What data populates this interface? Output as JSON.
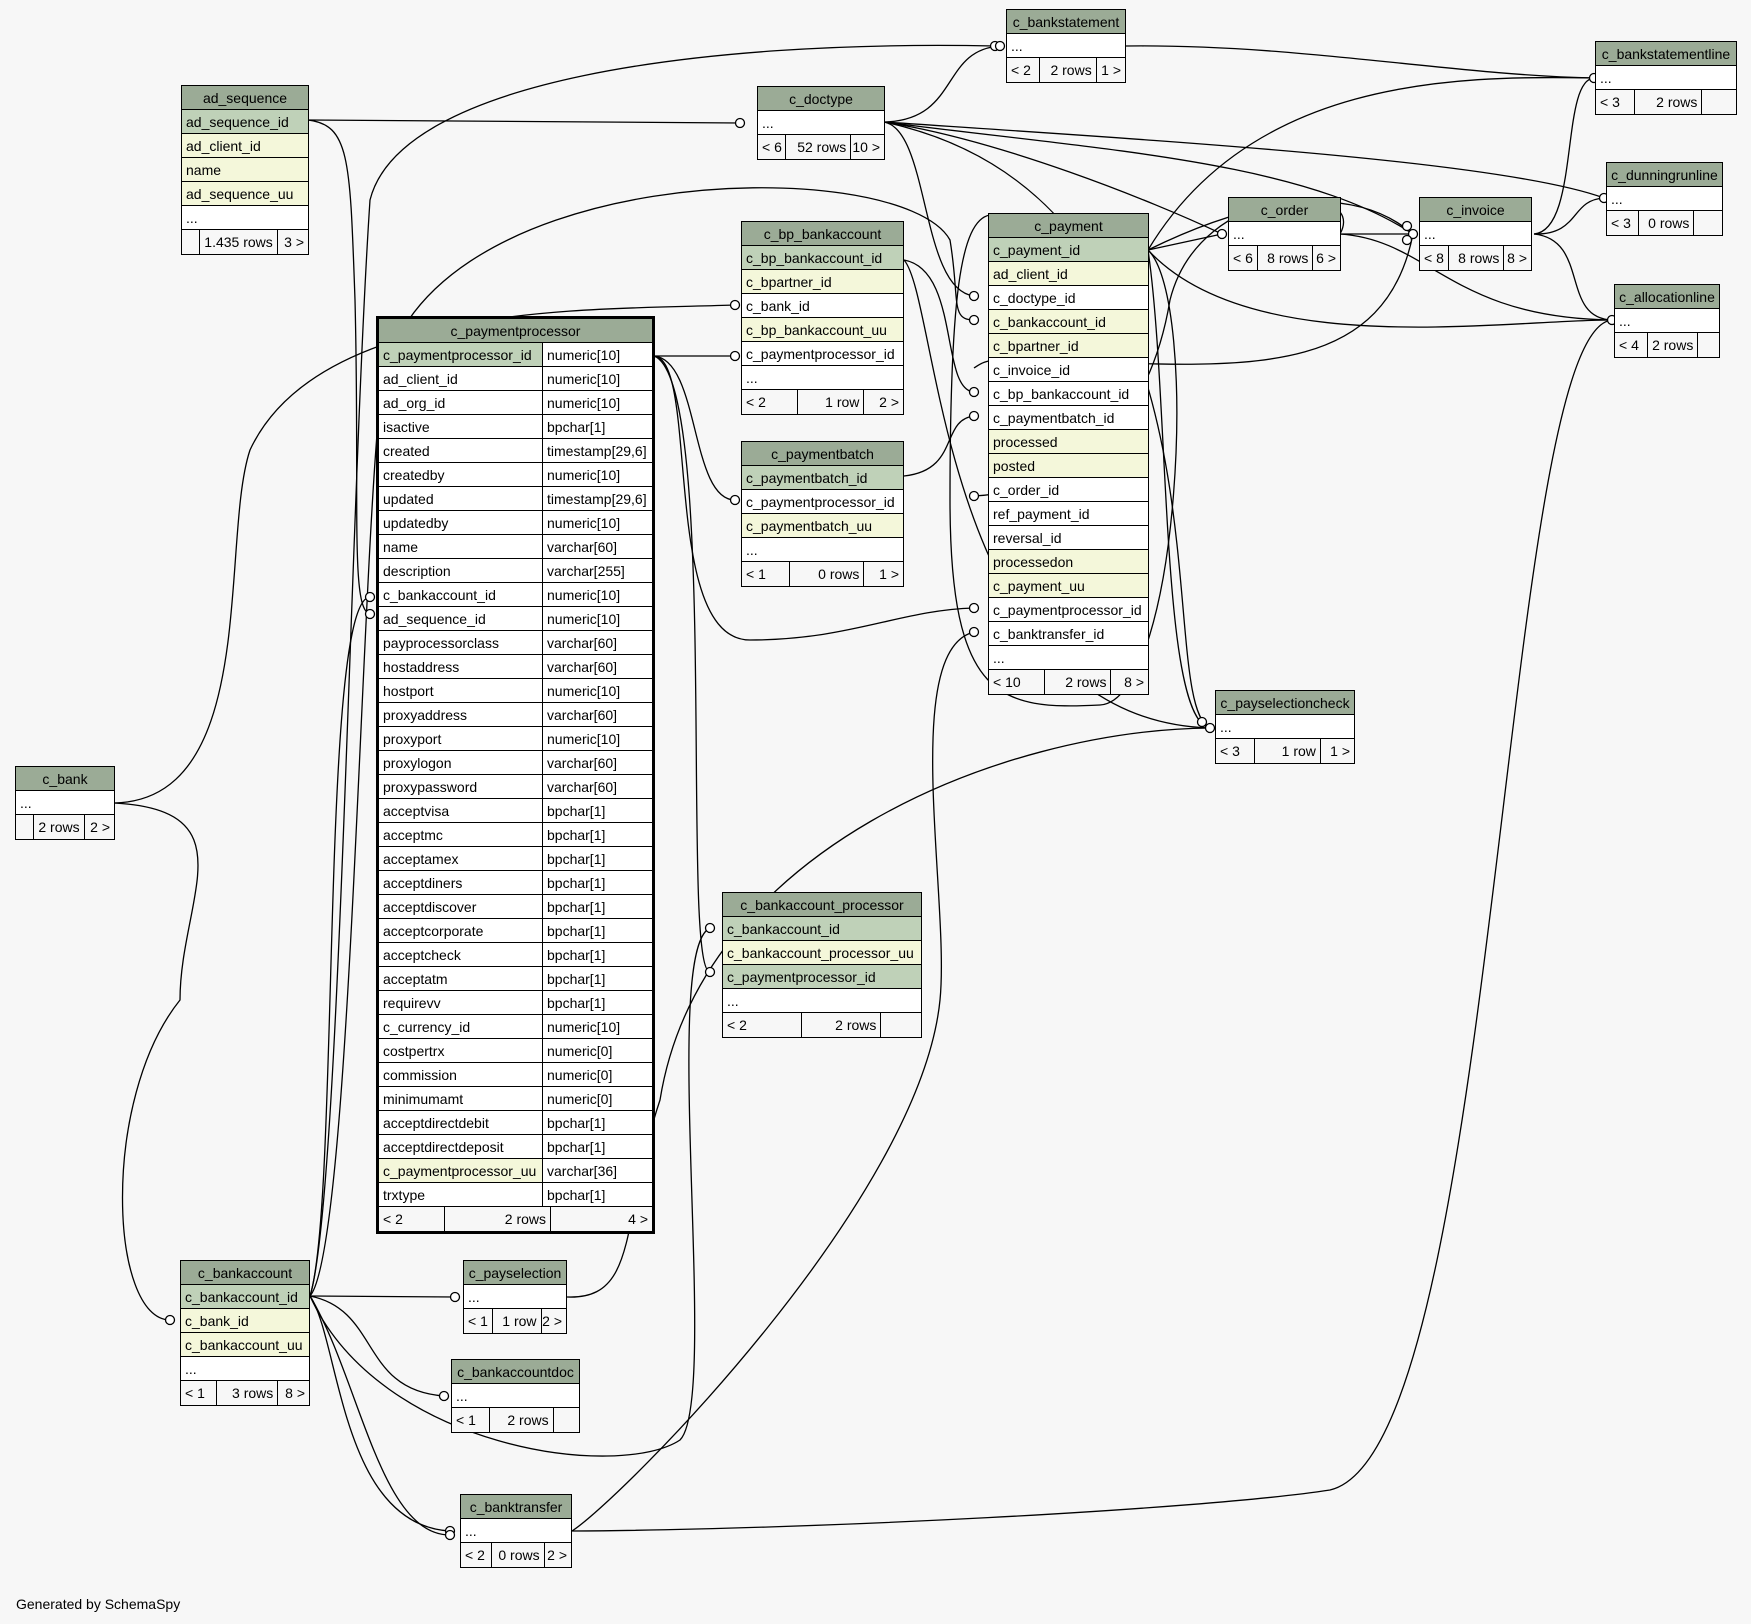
{
  "footer": "Generated by SchemaSpy",
  "colors": {
    "header": "#9bab96",
    "primary_key": "#bfd1b8",
    "foreign_key": "#f4f7da",
    "plain": "#ffffff",
    "footer_bg": "#f7f7f7"
  },
  "tables": [
    {
      "id": "c_bankstatement",
      "name": "c_bankstatement",
      "rows": [
        {
          "name": "...",
          "kind": "plain"
        }
      ],
      "footer": {
        "prev": "< 2",
        "rows": "2 rows",
        "next": "1 >"
      }
    },
    {
      "id": "c_bankstatementline",
      "name": "c_bankstatementline",
      "rows": [
        {
          "name": "...",
          "kind": "plain"
        }
      ],
      "footer": {
        "prev": "< 3",
        "rows": "2 rows",
        "next": ""
      }
    },
    {
      "id": "ad_sequence",
      "name": "ad_sequence",
      "rows": [
        {
          "name": "ad_sequence_id",
          "kind": "pk"
        },
        {
          "name": "ad_client_id",
          "kind": "fk"
        },
        {
          "name": "name",
          "kind": "fk"
        },
        {
          "name": "ad_sequence_uu",
          "kind": "fk"
        },
        {
          "name": "...",
          "kind": "plain"
        }
      ],
      "footer": {
        "prev": "",
        "rows": "1.435 rows",
        "next": "3 >"
      }
    },
    {
      "id": "c_doctype",
      "name": "c_doctype",
      "rows": [
        {
          "name": "...",
          "kind": "plain"
        }
      ],
      "footer": {
        "prev": "< 6",
        "rows": "52 rows",
        "next": "10 >"
      }
    },
    {
      "id": "c_dunningrunline",
      "name": "c_dunningrunline",
      "rows": [
        {
          "name": "...",
          "kind": "plain"
        }
      ],
      "footer": {
        "prev": "< 3",
        "rows": "0 rows",
        "next": ""
      }
    },
    {
      "id": "c_payment",
      "name": "c_payment",
      "rows": [
        {
          "name": "c_payment_id",
          "kind": "pk"
        },
        {
          "name": "ad_client_id",
          "kind": "fk"
        },
        {
          "name": "c_doctype_id",
          "kind": "plain"
        },
        {
          "name": "c_bankaccount_id",
          "kind": "fk"
        },
        {
          "name": "c_bpartner_id",
          "kind": "fk"
        },
        {
          "name": "c_invoice_id",
          "kind": "plain"
        },
        {
          "name": "c_bp_bankaccount_id",
          "kind": "plain"
        },
        {
          "name": "c_paymentbatch_id",
          "kind": "plain"
        },
        {
          "name": "processed",
          "kind": "fk"
        },
        {
          "name": "posted",
          "kind": "fk"
        },
        {
          "name": "c_order_id",
          "kind": "plain"
        },
        {
          "name": "ref_payment_id",
          "kind": "plain"
        },
        {
          "name": "reversal_id",
          "kind": "plain"
        },
        {
          "name": "processedon",
          "kind": "fk"
        },
        {
          "name": "c_payment_uu",
          "kind": "fk"
        },
        {
          "name": "c_paymentprocessor_id",
          "kind": "plain"
        },
        {
          "name": "c_banktransfer_id",
          "kind": "plain"
        },
        {
          "name": "...",
          "kind": "plain"
        }
      ],
      "footer": {
        "prev": "< 10",
        "rows": "2 rows",
        "next": "8 >"
      }
    },
    {
      "id": "c_order",
      "name": "c_order",
      "rows": [
        {
          "name": "...",
          "kind": "plain"
        }
      ],
      "footer": {
        "prev": "< 6",
        "rows": "8 rows",
        "next": "6 >"
      }
    },
    {
      "id": "c_invoice",
      "name": "c_invoice",
      "rows": [
        {
          "name": "...",
          "kind": "plain"
        }
      ],
      "footer": {
        "prev": "< 8",
        "rows": "8 rows",
        "next": "8 >"
      }
    },
    {
      "id": "c_allocationline",
      "name": "c_allocationline",
      "rows": [
        {
          "name": "...",
          "kind": "plain"
        }
      ],
      "footer": {
        "prev": "< 4",
        "rows": "2 rows",
        "next": ""
      }
    },
    {
      "id": "c_bp_bankaccount",
      "name": "c_bp_bankaccount",
      "rows": [
        {
          "name": "c_bp_bankaccount_id",
          "kind": "pk"
        },
        {
          "name": "c_bpartner_id",
          "kind": "fk"
        },
        {
          "name": "c_bank_id",
          "kind": "plain"
        },
        {
          "name": "c_bp_bankaccount_uu",
          "kind": "fk"
        },
        {
          "name": "c_paymentprocessor_id",
          "kind": "plain"
        },
        {
          "name": "...",
          "kind": "plain"
        }
      ],
      "footer": {
        "prev": "< 2",
        "rows": "1 row",
        "next": "2 >"
      }
    },
    {
      "id": "c_paymentbatch",
      "name": "c_paymentbatch",
      "rows": [
        {
          "name": "c_paymentbatch_id",
          "kind": "pk"
        },
        {
          "name": "c_paymentprocessor_id",
          "kind": "plain"
        },
        {
          "name": "c_paymentbatch_uu",
          "kind": "fk"
        },
        {
          "name": "...",
          "kind": "plain"
        }
      ],
      "footer": {
        "prev": "< 1",
        "rows": "0 rows",
        "next": "1 >"
      }
    },
    {
      "id": "c_paymentprocessor",
      "name": "c_paymentprocessor",
      "focus": true,
      "rows": [
        {
          "name": "c_paymentprocessor_id",
          "type": "numeric[10]",
          "kind": "pk"
        },
        {
          "name": "ad_client_id",
          "type": "numeric[10]",
          "kind": "plain"
        },
        {
          "name": "ad_org_id",
          "type": "numeric[10]",
          "kind": "plain"
        },
        {
          "name": "isactive",
          "type": "bpchar[1]",
          "kind": "plain"
        },
        {
          "name": "created",
          "type": "timestamp[29,6]",
          "kind": "plain"
        },
        {
          "name": "createdby",
          "type": "numeric[10]",
          "kind": "plain"
        },
        {
          "name": "updated",
          "type": "timestamp[29,6]",
          "kind": "plain"
        },
        {
          "name": "updatedby",
          "type": "numeric[10]",
          "kind": "plain"
        },
        {
          "name": "name",
          "type": "varchar[60]",
          "kind": "plain"
        },
        {
          "name": "description",
          "type": "varchar[255]",
          "kind": "plain"
        },
        {
          "name": "c_bankaccount_id",
          "type": "numeric[10]",
          "kind": "plain"
        },
        {
          "name": "ad_sequence_id",
          "type": "numeric[10]",
          "kind": "plain"
        },
        {
          "name": "payprocessorclass",
          "type": "varchar[60]",
          "kind": "plain"
        },
        {
          "name": "hostaddress",
          "type": "varchar[60]",
          "kind": "plain"
        },
        {
          "name": "hostport",
          "type": "numeric[10]",
          "kind": "plain"
        },
        {
          "name": "proxyaddress",
          "type": "varchar[60]",
          "kind": "plain"
        },
        {
          "name": "proxyport",
          "type": "numeric[10]",
          "kind": "plain"
        },
        {
          "name": "proxylogon",
          "type": "varchar[60]",
          "kind": "plain"
        },
        {
          "name": "proxypassword",
          "type": "varchar[60]",
          "kind": "plain"
        },
        {
          "name": "acceptvisa",
          "type": "bpchar[1]",
          "kind": "plain"
        },
        {
          "name": "acceptmc",
          "type": "bpchar[1]",
          "kind": "plain"
        },
        {
          "name": "acceptamex",
          "type": "bpchar[1]",
          "kind": "plain"
        },
        {
          "name": "acceptdiners",
          "type": "bpchar[1]",
          "kind": "plain"
        },
        {
          "name": "acceptdiscover",
          "type": "bpchar[1]",
          "kind": "plain"
        },
        {
          "name": "acceptcorporate",
          "type": "bpchar[1]",
          "kind": "plain"
        },
        {
          "name": "acceptcheck",
          "type": "bpchar[1]",
          "kind": "plain"
        },
        {
          "name": "acceptatm",
          "type": "bpchar[1]",
          "kind": "plain"
        },
        {
          "name": "requirevv",
          "type": "bpchar[1]",
          "kind": "plain"
        },
        {
          "name": "c_currency_id",
          "type": "numeric[10]",
          "kind": "plain"
        },
        {
          "name": "costpertrx",
          "type": "numeric[0]",
          "kind": "plain"
        },
        {
          "name": "commission",
          "type": "numeric[0]",
          "kind": "plain"
        },
        {
          "name": "minimumamt",
          "type": "numeric[0]",
          "kind": "plain"
        },
        {
          "name": "acceptdirectdebit",
          "type": "bpchar[1]",
          "kind": "plain"
        },
        {
          "name": "acceptdirectdeposit",
          "type": "bpchar[1]",
          "kind": "plain"
        },
        {
          "name": "c_paymentprocessor_uu",
          "type": "varchar[36]",
          "kind": "fk"
        },
        {
          "name": "trxtype",
          "type": "bpchar[1]",
          "kind": "plain"
        }
      ],
      "footer": {
        "prev": "< 2",
        "rows": "2 rows",
        "next": "4 >"
      }
    },
    {
      "id": "c_bank",
      "name": "c_bank",
      "rows": [
        {
          "name": "...",
          "kind": "plain"
        }
      ],
      "footer": {
        "prev": "",
        "rows": "2 rows",
        "next": "2 >"
      }
    },
    {
      "id": "c_payselectioncheck",
      "name": "c_payselectioncheck",
      "rows": [
        {
          "name": "...",
          "kind": "plain"
        }
      ],
      "footer": {
        "prev": "< 3",
        "rows": "1 row",
        "next": "1 >"
      }
    },
    {
      "id": "c_bankaccount_processor",
      "name": "c_bankaccount_processor",
      "rows": [
        {
          "name": "c_bankaccount_id",
          "kind": "pk"
        },
        {
          "name": "c_bankaccount_processor_uu",
          "kind": "fk"
        },
        {
          "name": "c_paymentprocessor_id",
          "kind": "pk"
        },
        {
          "name": "...",
          "kind": "plain"
        }
      ],
      "footer": {
        "prev": "< 2",
        "rows": "2 rows",
        "next": ""
      }
    },
    {
      "id": "c_bankaccount",
      "name": "c_bankaccount",
      "rows": [
        {
          "name": "c_bankaccount_id",
          "kind": "pk"
        },
        {
          "name": "c_bank_id",
          "kind": "fk"
        },
        {
          "name": "c_bankaccount_uu",
          "kind": "fk"
        },
        {
          "name": "...",
          "kind": "plain"
        }
      ],
      "footer": {
        "prev": "< 1",
        "rows": "3 rows",
        "next": "8 >"
      }
    },
    {
      "id": "c_payselection",
      "name": "c_payselection",
      "rows": [
        {
          "name": "...",
          "kind": "plain"
        }
      ],
      "footer": {
        "prev": "< 1",
        "rows": "1 row",
        "next": "2 >"
      }
    },
    {
      "id": "c_bankaccountdoc",
      "name": "c_bankaccountdoc",
      "rows": [
        {
          "name": "...",
          "kind": "plain"
        }
      ],
      "footer": {
        "prev": "< 1",
        "rows": "2 rows",
        "next": ""
      }
    },
    {
      "id": "c_banktransfer",
      "name": "c_banktransfer",
      "rows": [
        {
          "name": "...",
          "kind": "plain"
        }
      ],
      "footer": {
        "prev": "< 2",
        "rows": "0 rows",
        "next": "2 >"
      }
    }
  ]
}
